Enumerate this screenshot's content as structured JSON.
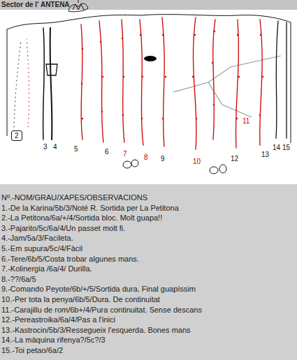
{
  "diagram": {
    "title": "Sector de l' ANTENA",
    "labels": [
      "2",
      "3",
      "4",
      "5",
      "6",
      "7",
      "8",
      "9",
      "10",
      "11",
      "12",
      "13",
      "14",
      "15",
      "Nº.-NOM/GRAU/XAPES/OBSERVACIONS",
      "1.-De la Karina/5b/3/Noté R. Sortida per La Petitona",
      "2.-La Petitona/6a/+/4/Sortida bloc. Molt guapa!!",
      "3.-Pajarito/5c/6a/4/Un passet molt fi.",
      "4.-Jam/5a/3/Facileta.",
      "5.-Em supura/5c/4/Fàcil",
      "6.-Tere/6b/5/Costa trobar algunes mans.",
      "7.-Kolinergia /6a/4/ Durilla.",
      "8.-??/6a/5",
      "9.-Comando Peyote/6b/+/5/Sortida dura. Final guapíssim",
      "10.-Per tota la penya/6b/5/Dura. De continuitat",
      "11.-Carajillu de rom/6b+/4/Pura continuitat. Sense descans",
      "12.-Pereastroika/6a/4/Pas a l'inici",
      "13.-Kastrocin/5b/3/Ressegueix l'esquerda. Bones mans",
      "14.-La màquina rifenya?/5c?/3",
      "15.-Toi petao/6a/2"
    ]
  }
}
